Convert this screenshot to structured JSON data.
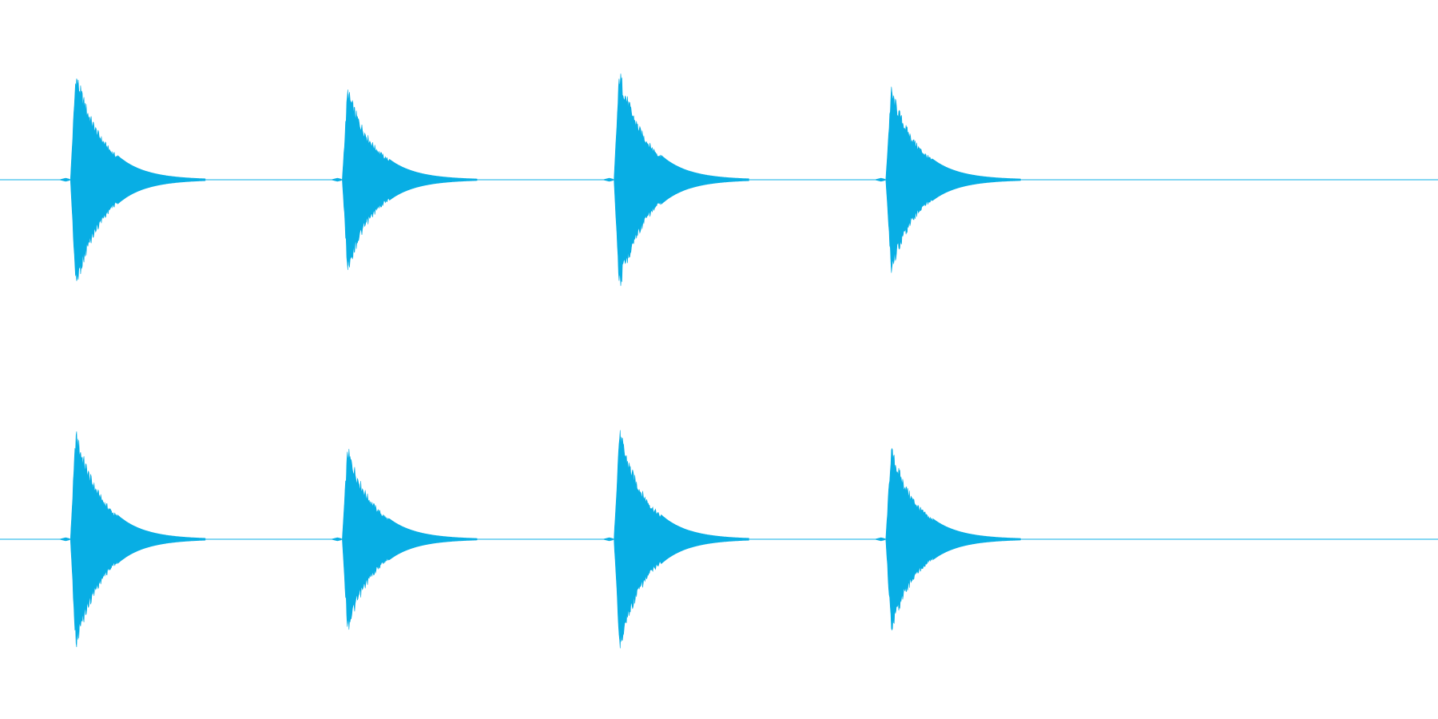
{
  "colors": {
    "waveform": "#08AEE4",
    "background": "#FFFFFF"
  },
  "chart_data": {
    "type": "area",
    "channels": 2,
    "grid": false,
    "legend": false,
    "x_range": [
      0,
      1
    ],
    "y_range": [
      -1,
      1
    ],
    "decay": 9,
    "tail": 0.075,
    "bursts": [
      {
        "start": 0.049,
        "peak": 0.97
      },
      {
        "start": 0.238,
        "peak": 0.82
      },
      {
        "start": 0.427,
        "peak": 0.98
      },
      {
        "start": 0.616,
        "peak": 0.82
      }
    ]
  }
}
